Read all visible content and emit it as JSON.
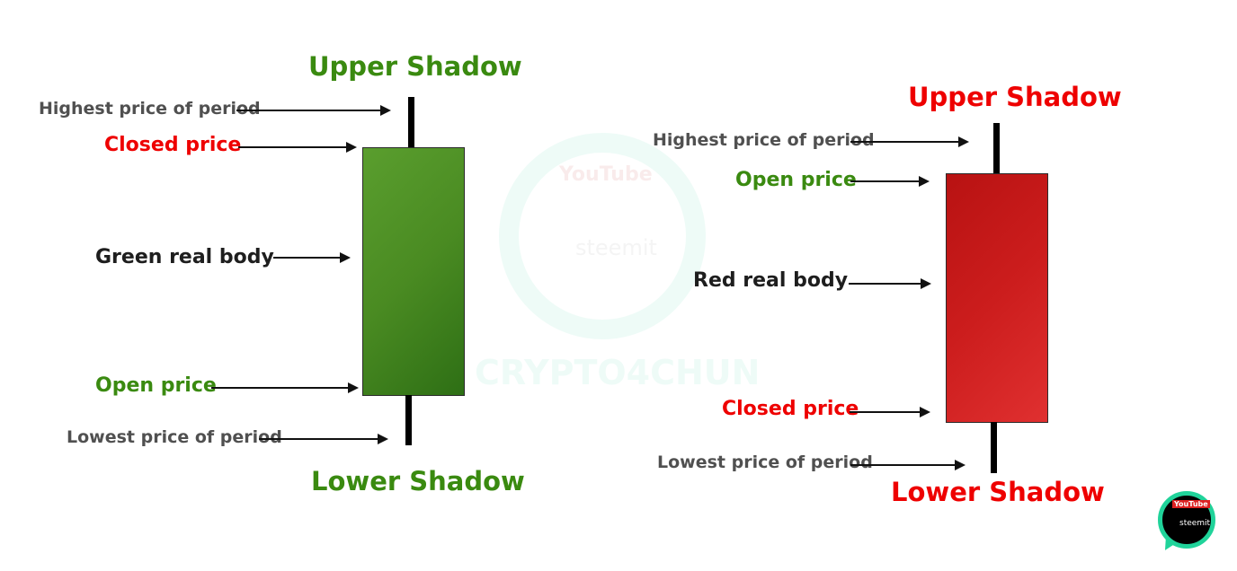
{
  "watermark": {
    "brand": "CRYPTO4CHUN",
    "youtube": "YouTube",
    "steemit": "steemit"
  },
  "bullish_candle": {
    "upper_shadow_title": "Upper Shadow",
    "highest_label": "Highest price of period",
    "closed_label": "Closed price",
    "body_label": "Green real body",
    "open_label": "Open price",
    "lowest_label": "Lowest price of period",
    "lower_shadow_title": "Lower Shadow",
    "body_color": "#4a8b22"
  },
  "bearish_candle": {
    "upper_shadow_title": "Upper Shadow",
    "highest_label": "Highest price of period",
    "open_label": "Open price",
    "body_label": "Red real body",
    "closed_label": "Closed price",
    "lowest_label": "Lowest price of period",
    "lower_shadow_title": "Lower Shadow",
    "body_color": "#cc1d1d"
  },
  "logo": {
    "youtube": "YouTube",
    "steemit": "steemit"
  }
}
